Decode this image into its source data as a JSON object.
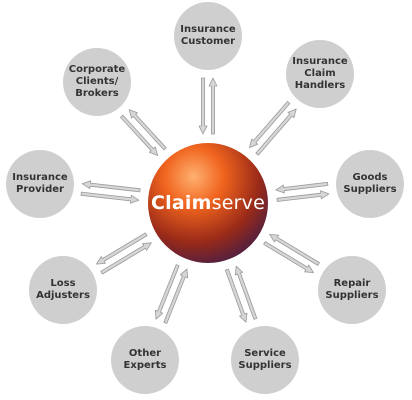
{
  "colors": {
    "node_fill": "#cfcfcf",
    "node_text": "#333333",
    "arrow_fill": "#d6d6d6",
    "arrow_stroke": "#9a9a9a",
    "hub_highlight": "#ffb070",
    "hub_mid": "#f0641e",
    "hub_dark": "#9a2a18",
    "hub_shadow": "#4a1e44",
    "hub_text": "#ffffff"
  },
  "hub": {
    "brand_bold": "Claim",
    "brand_light": "serve"
  },
  "nodes": [
    {
      "id": "insurance-customer",
      "label": "Insurance\nCustomer"
    },
    {
      "id": "insurance-claim-handlers",
      "label": "Insurance\nClaim\nHandlers"
    },
    {
      "id": "goods-suppliers",
      "label": "Goods\nSuppliers"
    },
    {
      "id": "repair-suppliers",
      "label": "Repair\nSuppliers"
    },
    {
      "id": "service-suppliers",
      "label": "Service\nSuppliers"
    },
    {
      "id": "other-experts",
      "label": "Other\nExperts"
    },
    {
      "id": "loss-adjusters",
      "label": "Loss\nAdjusters"
    },
    {
      "id": "insurance-provider",
      "label": "Insurance\nProvider"
    },
    {
      "id": "corporate-clients-brokers",
      "label": "Corporate\nClients/\nBrokers"
    }
  ]
}
